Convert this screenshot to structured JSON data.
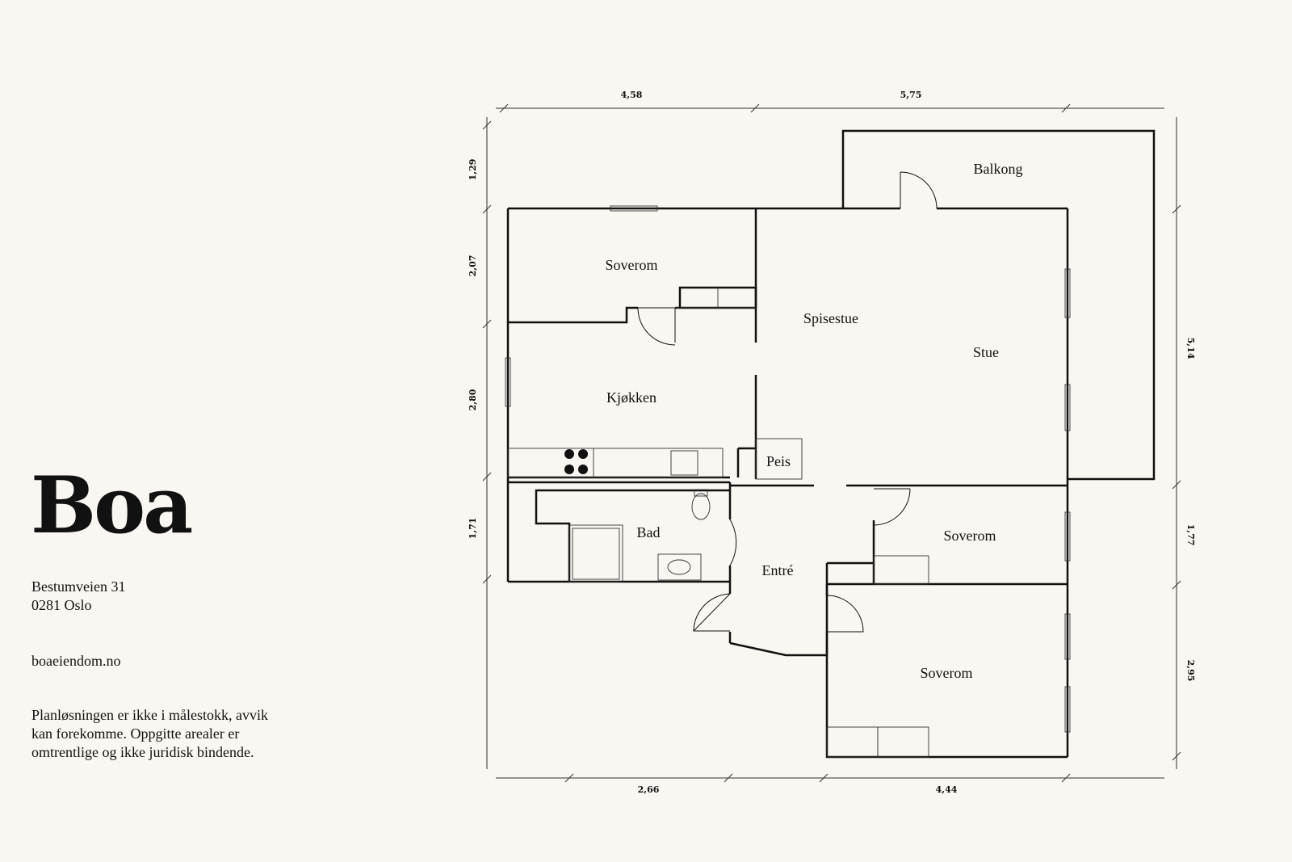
{
  "brand": {
    "name": "Boa"
  },
  "address": {
    "street": "Bestumveien 31",
    "city": "0281 Oslo"
  },
  "website": "boaeiendom.no",
  "disclaimer": "Planløsningen er ikke i målestokk, avvik kan forekomme. Oppgitte arealer er omtrentlige og ikke juridisk bindende.",
  "rooms": {
    "balkong": "Balkong",
    "soverom_top": "Soverom",
    "spisestue": "Spisestue",
    "stue": "Stue",
    "kjokken": "Kjøkken",
    "peis": "Peis",
    "bad": "Bad",
    "entre": "Entré",
    "soverom_mid": "Soverom",
    "soverom_bottom": "Soverom"
  },
  "dimensions": {
    "top": [
      "4,58",
      "5,75"
    ],
    "bottom": [
      "2,66",
      "4,44"
    ],
    "left": [
      "1,29",
      "2,07",
      "2,80",
      "1,71"
    ],
    "right": [
      "5,14",
      "1,77",
      "2,95"
    ]
  }
}
